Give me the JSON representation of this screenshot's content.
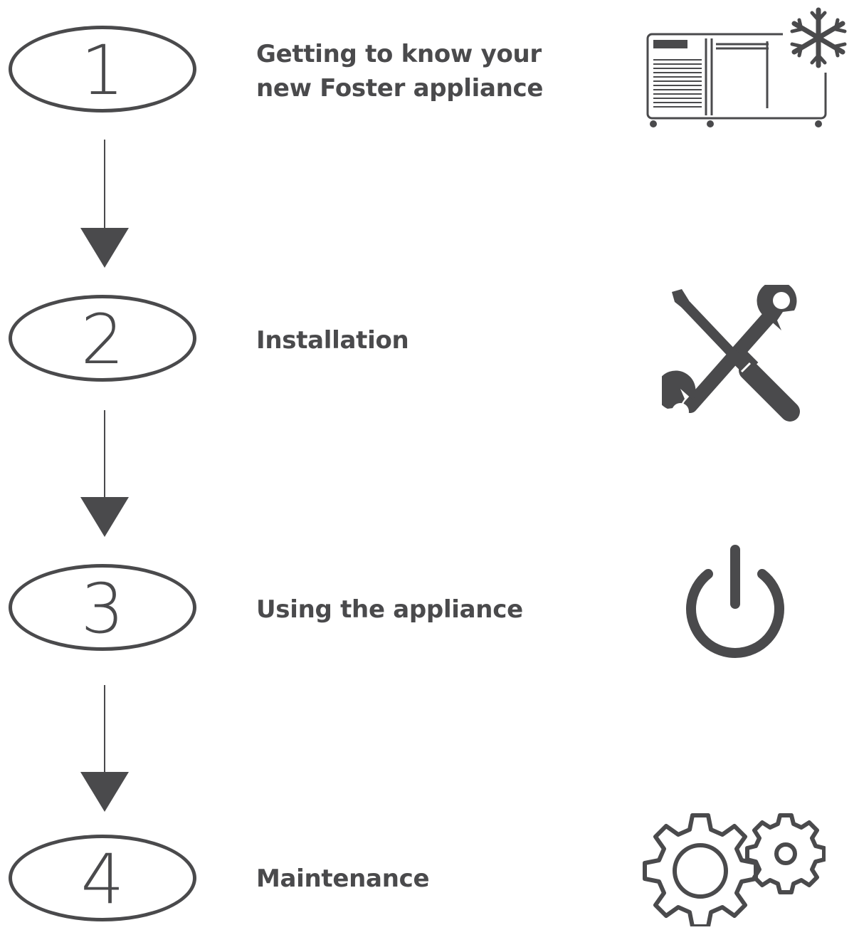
{
  "steps": [
    {
      "number": "1",
      "label_lines": [
        "Getting to know your",
        "new Foster appliance"
      ],
      "icon": "refrigerated-counter-icon"
    },
    {
      "number": "2",
      "label_lines": [
        "Installation"
      ],
      "icon": "tools-icon"
    },
    {
      "number": "3",
      "label_lines": [
        "Using the appliance"
      ],
      "icon": "power-icon"
    },
    {
      "number": "4",
      "label_lines": [
        "Maintenance"
      ],
      "icon": "gears-icon"
    }
  ],
  "colors": {
    "ink": "#4a4a4c",
    "background": "#ffffff"
  }
}
